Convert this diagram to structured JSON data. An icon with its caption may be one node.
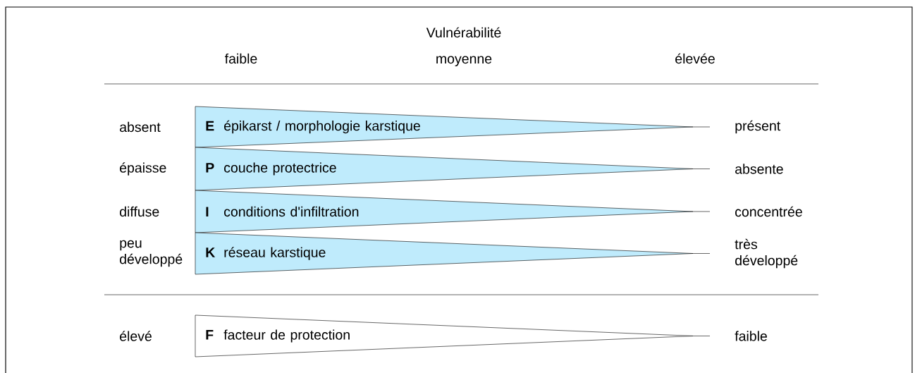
{
  "diagram": {
    "nodes": [
      {
        "text": [
          "E",
          "épikarst / morphologie karstique"
        ],
        "beside": [
          "absent",
          "présent"
        ]
      },
      {
        "text": [
          "P",
          "couche protectrice"
        ],
        "beside": [
          "épaisse",
          "absente"
        ]
      },
      {
        "text": [
          "I",
          "conditions d'infiltration"
        ],
        "beside": [
          "diffuse",
          "concentrée"
        ]
      },
      {
        "text": [
          "K",
          "réseau karstique"
        ],
        "beside": [
          "peu développé",
          "très développé"
        ]
      },
      {
        "text": [
          "F",
          "facteur de protection"
        ],
        "beside": [
          "élevé",
          "faible"
        ]
      }
    ],
    "labels": [
      "Vulnérabilité",
      "faible",
      "moyenne",
      "élevée"
    ]
  }
}
